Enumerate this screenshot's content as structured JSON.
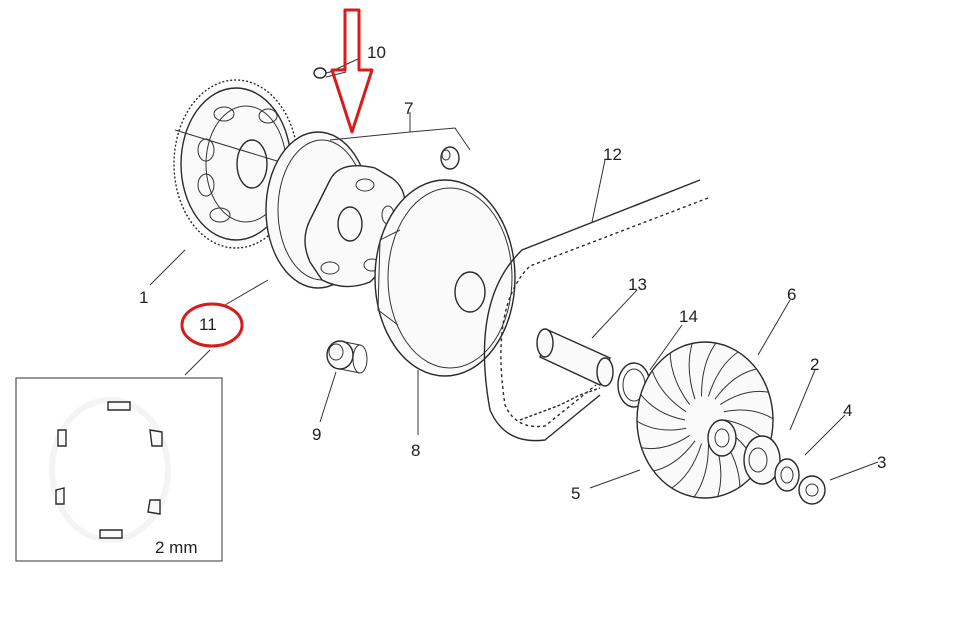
{
  "diagram": {
    "colors": {
      "highlight": "#d81b1b",
      "line": "#2a2a2a",
      "background": "#ffffff"
    },
    "part_labels": [
      {
        "id": "p1",
        "text": "1"
      },
      {
        "id": "p2",
        "text": "2"
      },
      {
        "id": "p3",
        "text": "3"
      },
      {
        "id": "p4",
        "text": "4"
      },
      {
        "id": "p5",
        "text": "5"
      },
      {
        "id": "p6",
        "text": "6"
      },
      {
        "id": "p7",
        "text": "7"
      },
      {
        "id": "p8",
        "text": "8"
      },
      {
        "id": "p9",
        "text": "9"
      },
      {
        "id": "p10",
        "text": "10"
      },
      {
        "id": "p11",
        "text": "11"
      },
      {
        "id": "p12",
        "text": "12"
      },
      {
        "id": "p13",
        "text": "13"
      },
      {
        "id": "p14",
        "text": "14"
      }
    ],
    "inset": {
      "caption": "2 mm"
    }
  }
}
